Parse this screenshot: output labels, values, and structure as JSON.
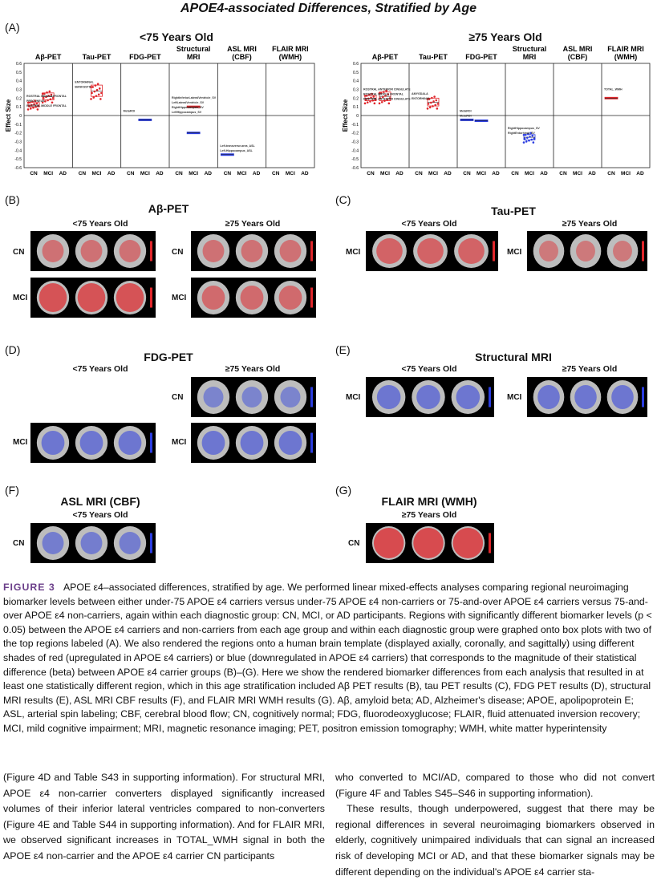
{
  "title": "APOE4-associated Differences, Stratified by Age",
  "panelA": {
    "label": "(A)",
    "left_group": "<75 Years Old",
    "right_group": "≥75 Years Old",
    "modalities": [
      "Aβ-PET",
      "Tau-PET",
      "FDG-PET",
      "Structural MRI",
      "ASL MRI (CBF)",
      "FLAIR MRI (WMH)"
    ],
    "ylabel": "Effect Size",
    "xticks": [
      "CN",
      "MCI",
      "AD"
    ],
    "yticks": [
      "0.6",
      "0.5",
      "0.4",
      "0.3",
      "0.2",
      "0.1",
      "0",
      "-0.1",
      "-0.2",
      "-0.3",
      "-0.4",
      "-0.5",
      "-0.6"
    ]
  },
  "chart_data": [
    {
      "type": "box",
      "title": "<75 Years Old",
      "ylabel": "Effect Size",
      "ylim": [
        -0.6,
        0.6
      ],
      "panels": [
        {
          "name": "Aβ-PET",
          "boxes": [
            {
              "group": "CN",
              "median": 0.12,
              "q1": 0.1,
              "q3": 0.15
            },
            {
              "group": "MCI",
              "median": 0.22,
              "q1": 0.18,
              "q3": 0.26
            }
          ],
          "labels": [
            "ROSTRAL MIDDLE FRONTAL",
            "PRECUNEUS",
            "ROSTRAL MIDDLE FRONTAL"
          ]
        },
        {
          "name": "Tau-PET",
          "boxes": [
            {
              "group": "MCI",
              "median": 0.28,
              "q1": 0.22,
              "q3": 0.35
            }
          ],
          "labels": [
            "ENTORHINAL",
            "BANKSSTS"
          ]
        },
        {
          "name": "FDG-PET",
          "boxes": [
            {
              "group": "MCI",
              "median": -0.05
            }
          ],
          "labels": [
            "MetaROI"
          ]
        },
        {
          "name": "Structural MRI",
          "boxes": [
            {
              "group": "MCI",
              "median": 0.1
            },
            {
              "group": "MCI",
              "median": -0.2
            }
          ],
          "labels": [
            "RightInferiorLateralVentricle_SV",
            "LeftLateralVentricle_SV",
            "RightHippocampus_SV",
            "LeftHippocampus_SV"
          ]
        },
        {
          "name": "ASL MRI (CBF)",
          "boxes": [
            {
              "group": "CN",
              "median": -0.45
            }
          ],
          "labels": [
            "Left.transverse.area_ASL",
            "Left.Hippocampus_ASL"
          ]
        },
        {
          "name": "FLAIR MRI (WMH)",
          "boxes": []
        }
      ]
    },
    {
      "type": "box",
      "title": "≥75 Years Old",
      "ylabel": "Effect Size",
      "ylim": [
        -0.6,
        0.6
      ],
      "panels": [
        {
          "name": "Aβ-PET",
          "boxes": [
            {
              "group": "CN",
              "median": 0.2,
              "q1": 0.17,
              "q3": 0.23
            },
            {
              "group": "MCI",
              "median": 0.22,
              "q1": 0.17,
              "q3": 0.27
            }
          ],
          "labels": [
            "ROSTRAL ANTERIOR CINGULATE",
            "ROSTRAL MIDDLE FRONTAL",
            "ROSTRAL ANTERIOR CINGULATE"
          ]
        },
        {
          "name": "Tau-PET",
          "boxes": [
            {
              "group": "MCI",
              "median": 0.15,
              "q1": 0.11,
              "q3": 0.2
            }
          ],
          "labels": [
            "AMYGDALA",
            "ENTORHINAL"
          ]
        },
        {
          "name": "FDG-PET",
          "boxes": [
            {
              "group": "CN",
              "median": -0.05
            },
            {
              "group": "MCI",
              "median": -0.06
            }
          ],
          "labels": [
            "MetaROI",
            "MetaROI"
          ]
        },
        {
          "name": "Structural MRI",
          "boxes": [
            {
              "group": "MCI",
              "median": -0.25,
              "q1": -0.28,
              "q3": -0.22
            }
          ],
          "labels": [
            "RightHippocampus_SV",
            "RightEntorhinal_SV"
          ]
        },
        {
          "name": "ASL MRI (CBF)",
          "boxes": []
        },
        {
          "name": "FLAIR MRI (WMH)",
          "boxes": [
            {
              "group": "CN",
              "median": 0.2
            }
          ],
          "labels": [
            "TOTAL_WMH"
          ]
        }
      ]
    }
  ],
  "panels": {
    "B": {
      "label": "(B)",
      "title": "Aβ-PET",
      "left": "<75 Years Old",
      "right": "≥75 Years Old",
      "rows": [
        "CN",
        "MCI"
      ]
    },
    "C": {
      "label": "(C)",
      "title": "Tau-PET",
      "left": "<75 Years Old",
      "right": "≥75 Years Old",
      "rows": [
        "MCI"
      ]
    },
    "D": {
      "label": "(D)",
      "title": "FDG-PET",
      "left": "<75 Years Old",
      "right": "≥75 Years Old",
      "rows": [
        "CN",
        "MCI"
      ]
    },
    "E": {
      "label": "(E)",
      "title": "Structural MRI",
      "left": "<75 Years Old",
      "right": "≥75 Years Old",
      "rows": [
        "MCI"
      ]
    },
    "F": {
      "label": "(F)",
      "title": "ASL MRI (CBF)",
      "left": "<75 Years Old",
      "rows": [
        "CN"
      ]
    },
    "G": {
      "label": "(G)",
      "title": "FLAIR MRI (WMH)",
      "left": "≥75 Years Old",
      "rows": [
        "CN"
      ]
    }
  },
  "colors": {
    "up": "#e0262b",
    "down": "#2b3de0",
    "figure_label": "#6b3f8a",
    "link": "#2a5db0"
  },
  "caption": {
    "label": "FIGURE 3",
    "text": "APOE ε4–associated differences, stratified by age. We performed linear mixed-effects analyses comparing regional neuroimaging biomarker levels between either under-75 APOE ε4 carriers versus under-75 APOE ε4 non-carriers or 75-and-over APOE ε4 carriers versus 75-and-over APOE ε4 non-carriers, again within each diagnostic group: CN, MCI, or AD participants. Regions with significantly different biomarker levels (p < 0.05) between the APOE ε4 carriers and non-carriers from each age group and within each diagnostic group were graphed onto box plots with two of the top regions labeled (A). We also rendered the regions onto a human brain template (displayed axially, coronally, and sagittally) using different shades of red (upregulated in APOE ε4 carriers) or blue (downregulated in APOE ε4 carriers) that corresponds to the magnitude of their statistical difference (beta) between APOE ε4 carrier groups (B)–(G). Here we show the rendered biomarker differences from each analysis that resulted in at least one statistically different region, which in this age stratification included Aβ PET results (B), tau PET results (C), FDG PET results (D), structural MRI results (E), ASL MRI CBF results (F), and FLAIR MRI WMH results (G). Aβ, amyloid beta; AD, Alzheimer's disease; APOE, apolipoprotein E; ASL, arterial spin labeling; CBF, cerebral blood flow; CN, cognitively normal; FDG, fluorodeoxyglucose; FLAIR, fluid attenuated inversion recovery; MCI, mild cognitive impairment; MRI, magnetic resonance imaging; PET, positron emission tomography; WMH, white matter hyperintensity"
  },
  "body_left": "(Figure 4D and Table S43 in supporting information). For structural MRI, APOE ε4 non-carrier converters displayed significantly increased volumes of their inferior lateral ventricles compared to non-converters (Figure 4E and Table S44 in supporting information). And for FLAIR MRI, we observed significant increases in TOTAL_WMH signal in both the APOE ε4 non-carrier and the APOE ε4 carrier CN participants",
  "body_right_1": "who converted to MCI/AD, compared to those who did not convert (Figure 4F and Tables S45–S46 in supporting information).",
  "body_right_2": "These results, though underpowered, suggest that there may be regional differences in several neuroimaging biomarkers observed in elderly, cognitively unimpaired individuals that can signal an increased risk of developing MCI or AD, and that these biomarker signals may be different depending on the individual's APOE ε4 carrier sta-"
}
